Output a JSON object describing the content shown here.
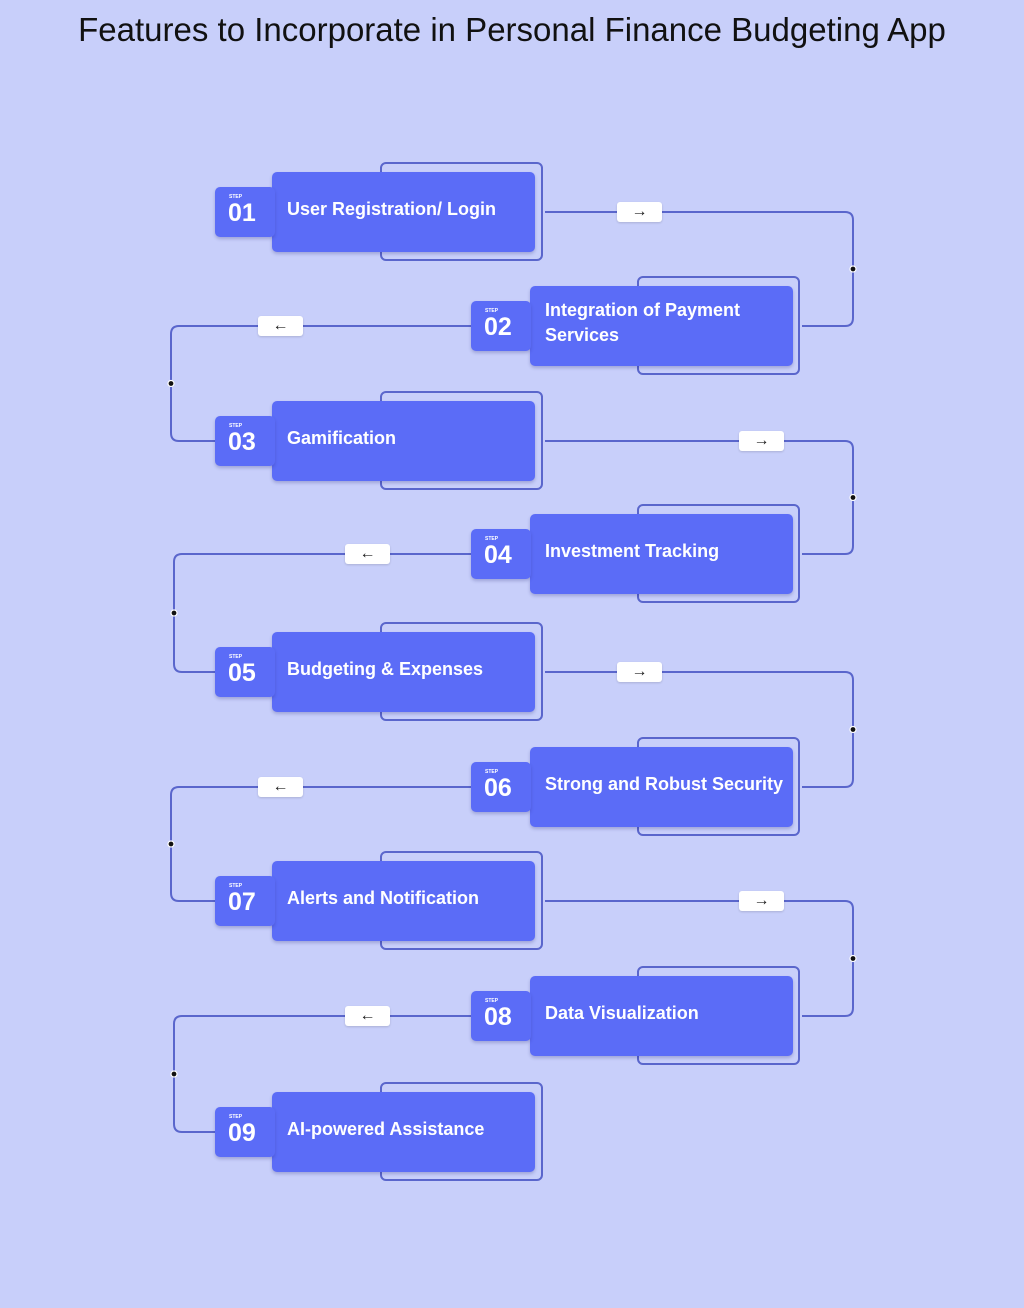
{
  "title": "Features to Incorporate in Personal Finance Budgeting App",
  "step_label": "STEP",
  "steps": [
    {
      "number": "01",
      "label": "User Registration/ Login"
    },
    {
      "number": "02",
      "label": "Integration of Payment Services"
    },
    {
      "number": "03",
      "label": "Gamification"
    },
    {
      "number": "04",
      "label": "Investment Tracking"
    },
    {
      "number": "05",
      "label": "Budgeting & Expenses"
    },
    {
      "number": "06",
      "label": "Strong and Robust Security"
    },
    {
      "number": "07",
      "label": "Alerts and Notification"
    },
    {
      "number": "08",
      "label": "Data Visualization"
    },
    {
      "number": "09",
      "label": "AI-powered Assistance"
    }
  ],
  "arrows": {
    "right": "→",
    "left": "←"
  },
  "colors": {
    "background": "#c8cffa",
    "card": "#5b6cf7",
    "line": "#5a66cc"
  }
}
